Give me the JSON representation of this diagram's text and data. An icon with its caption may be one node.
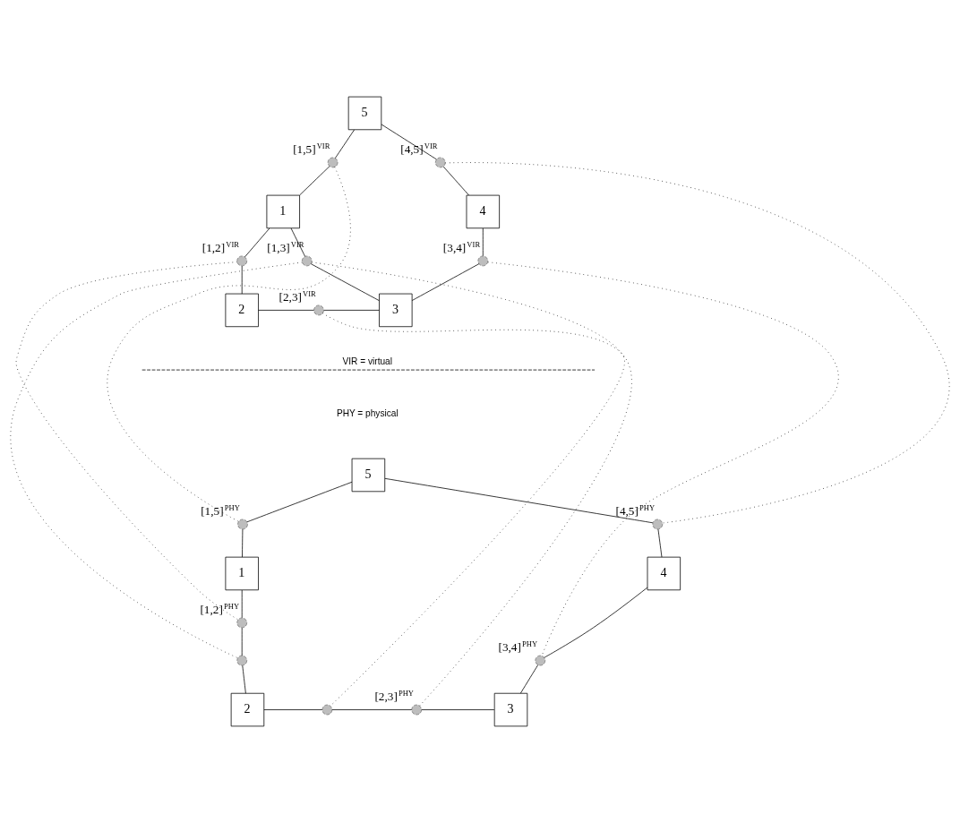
{
  "diagram": {
    "nodes": [
      {
        "text": [
          "5"
        ]
      },
      {
        "text": [
          "1"
        ]
      },
      {
        "text": [
          "4"
        ]
      },
      {
        "text": [
          "2"
        ]
      },
      {
        "text": [
          "3"
        ]
      },
      {
        "text": [],
        "shape": "circle",
        "beside": [
          "[1,5]$^{VIR}$"
        ]
      },
      {
        "text": [],
        "shape": "circle",
        "beside": [
          "[4,5]$^{VIR}$"
        ]
      },
      {
        "text": [],
        "shape": "circle",
        "beside": [
          "[1,3]$^{VIR}$"
        ]
      },
      {
        "text": [],
        "shape": "circle",
        "beside": [
          "[1,2]$^{VIR}$"
        ]
      },
      {
        "text": [],
        "shape": "circle",
        "beside": [
          "[3,4]$^{VIR}$"
        ]
      },
      {
        "text": [],
        "shape": "circle",
        "beside": [
          "[2,3]$^{VIR}$"
        ]
      },
      {
        "text": [
          "5"
        ]
      },
      {
        "text": [
          "1"
        ]
      },
      {
        "text": [
          "4"
        ]
      },
      {
        "text": [
          "2"
        ]
      },
      {
        "text": [
          "3"
        ]
      },
      {
        "text": [],
        "shape": "circle",
        "beside": [
          "[1,5]$^{PHY}$"
        ]
      },
      {
        "text": [],
        "shape": "circle",
        "beside": [
          "[4,5]$^{PHY}$"
        ]
      },
      {
        "text": [],
        "shape": "circle",
        "beside": [
          "[1,2]$^{PHY}$"
        ]
      },
      {
        "text": [],
        "shape": "circle"
      },
      {
        "text": [],
        "shape": "circle",
        "beside": [
          "[3,4]$^{PHY}$"
        ]
      },
      {
        "text": [],
        "shape": "circle"
      },
      {
        "text": [],
        "shape": "circle",
        "beside": [
          "[2,3]$^{PHY}$"
        ]
      }
    ],
    "edges": [
      {
        "from": 0,
        "to": 5,
        "arrow": "none"
      },
      {
        "from": 5,
        "to": 1,
        "arrow": "none"
      },
      {
        "from": 0,
        "to": 6,
        "arrow": "none"
      },
      {
        "from": 6,
        "to": 2,
        "arrow": "none"
      },
      {
        "from": 1,
        "to": 7,
        "arrow": "none"
      },
      {
        "from": 7,
        "to": 4,
        "arrow": "none"
      },
      {
        "from": 1,
        "to": 8,
        "arrow": "none"
      },
      {
        "from": 8,
        "to": 3,
        "arrow": "none"
      },
      {
        "from": 2,
        "to": 9,
        "arrow": "none"
      },
      {
        "from": 9,
        "to": 4,
        "arrow": "none"
      },
      {
        "from": 3,
        "to": 10,
        "arrow": "none"
      },
      {
        "from": 10,
        "to": 4,
        "arrow": "none"
      },
      {
        "from": 11,
        "to": 16,
        "arrow": "none"
      },
      {
        "from": 16,
        "to": 12,
        "arrow": "none"
      },
      {
        "from": 11,
        "to": 17,
        "arrow": "none"
      },
      {
        "from": 17,
        "to": 13,
        "arrow": "none"
      },
      {
        "from": 12,
        "to": 18,
        "arrow": "none"
      },
      {
        "from": 18,
        "to": 19,
        "arrow": "none"
      },
      {
        "from": 19,
        "to": 14,
        "arrow": "none"
      },
      {
        "from": 13,
        "to": 20,
        "arrow": "none"
      },
      {
        "from": 20,
        "to": 15,
        "arrow": "none"
      },
      {
        "from": 14,
        "to": 21,
        "arrow": "none"
      },
      {
        "from": 21,
        "to": 22,
        "arrow": "none"
      },
      {
        "from": 22,
        "to": 15,
        "arrow": "none"
      },
      {
        "from": 5,
        "to": 16,
        "arrow": "none",
        "style": "dashed"
      },
      {
        "from": 6,
        "to": 17,
        "arrow": "none",
        "style": "dashed"
      },
      {
        "from": 7,
        "to": 19,
        "arrow": "none",
        "style": "dashed"
      },
      {
        "from": 7,
        "to": 21,
        "arrow": "none",
        "style": "dashed"
      },
      {
        "from": 8,
        "to": 18,
        "arrow": "none",
        "style": "dashed"
      },
      {
        "from": 9,
        "to": 20,
        "arrow": "none",
        "style": "dashed"
      },
      {
        "from": 10,
        "to": 22,
        "arrow": "none",
        "style": "dashed"
      }
    ],
    "labels": [
      "VIR = virtual",
      "PHY = physical"
    ]
  }
}
